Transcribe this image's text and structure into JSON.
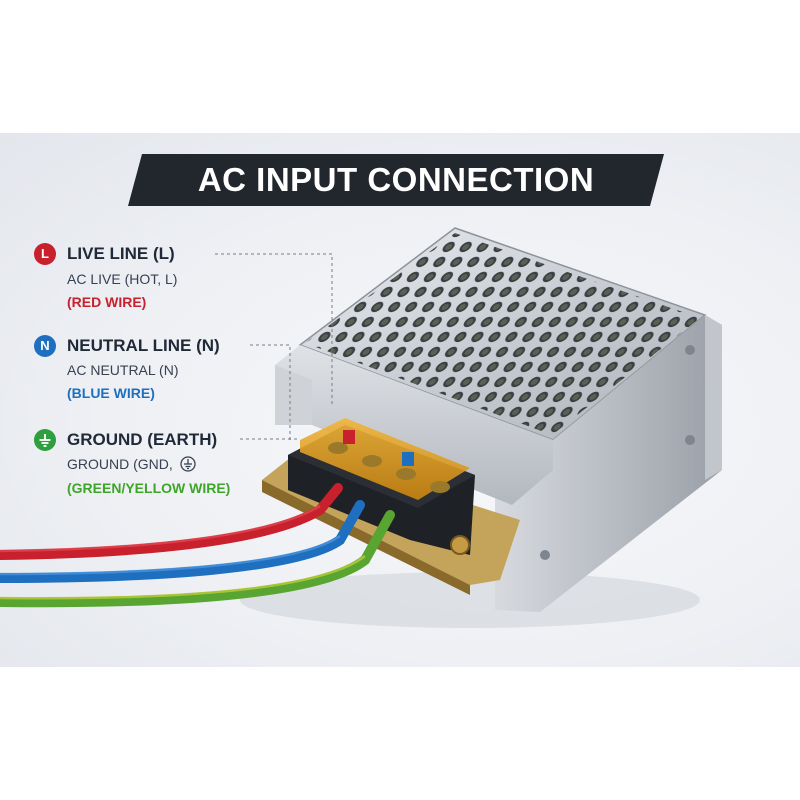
{
  "title": "AC INPUT CONNECTION",
  "colors": {
    "live": "#c8202c",
    "neutral": "#1f6fc0",
    "ground": "#2f9e3e",
    "banner": "#22262d"
  },
  "lines": [
    {
      "badge": "L",
      "heading": "LIVE LINE (L)",
      "description": "AC LIVE (HOT, L)",
      "wire": "(RED WIRE)"
    },
    {
      "badge": "N",
      "heading": "NEUTRAL LINE (N)",
      "description": "AC NEUTRAL (N)",
      "wire": "(BLUE WIRE)"
    },
    {
      "badge_icon": "ground-symbol-icon",
      "heading": "GROUND (EARTH)",
      "description": "GROUND (GND,",
      "wire": "(GREEN/YELLOW WIRE)"
    }
  ]
}
